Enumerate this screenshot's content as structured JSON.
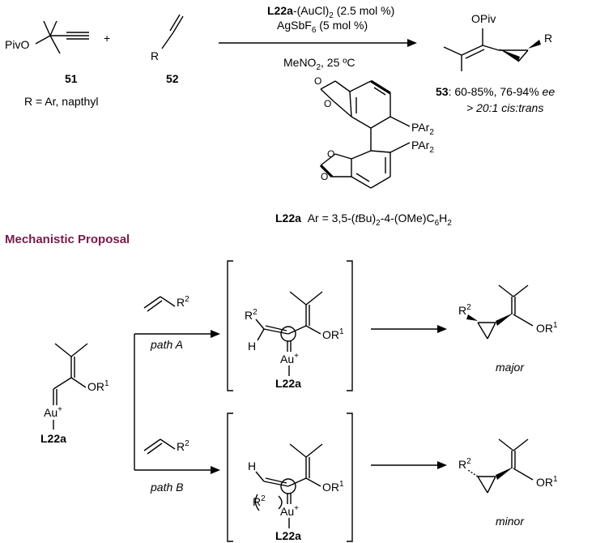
{
  "reaction": {
    "reactant1_label": "51",
    "reactant1_group": "PivO",
    "plus": "+",
    "reactant2_label": "52",
    "r_group": "R",
    "r_definition": "R = Ar, napthyl",
    "catalyst_ligand": "L22a",
    "catalyst_rest": "-(AuCl)",
    "catalyst_sub": "2",
    "catalyst_loading": " (2.5 mol %)",
    "silver_salt": "AgSbF",
    "silver_sub": "6",
    "silver_loading": " (5 mol %)",
    "conditions_solvent": "MeNO",
    "conditions_sub": "2",
    "conditions_temp": ", 25 ºC",
    "product_group": "OPiv",
    "product_r": "R",
    "product_label": "53",
    "product_yield": ": 60-85%, 76-94% ",
    "product_ee": "ee",
    "product_dr": "> 20:1 cis:trans"
  },
  "ligand": {
    "par2_top": "PAr",
    "par2_top_sub": "2",
    "par2_bottom": "PAr",
    "par2_bottom_sub": "2",
    "label": "L22a",
    "ar_def_a": "Ar = 3,5-(",
    "ar_def_tbu": "t",
    "ar_def_b": "Bu)",
    "ar_def_sub1": "2",
    "ar_def_c": "-4-(OMe)C",
    "ar_def_sub2": "6",
    "ar_def_d": "H",
    "ar_def_sub3": "2"
  },
  "mechanism": {
    "title": "Mechanistic Proposal",
    "start_or": "OR",
    "start_or_sup": "1",
    "start_au": "Au",
    "start_plus": "+",
    "start_ligand": "L22a",
    "path_a": "path A",
    "path_b": "path B",
    "alkene_r": "R",
    "alkene_r_sup": "2",
    "int_h": "H",
    "int_or": "OR",
    "int_or_sup": "1",
    "int_au": "Au",
    "int_plus": "+",
    "int_ligand": "L22a",
    "int_r": "R",
    "int_r_sup": "2",
    "major_label": "major",
    "minor_label": "minor",
    "prod_or": "OR",
    "prod_or_sup": "1",
    "prod_r": "R",
    "prod_r_sup": "2"
  }
}
